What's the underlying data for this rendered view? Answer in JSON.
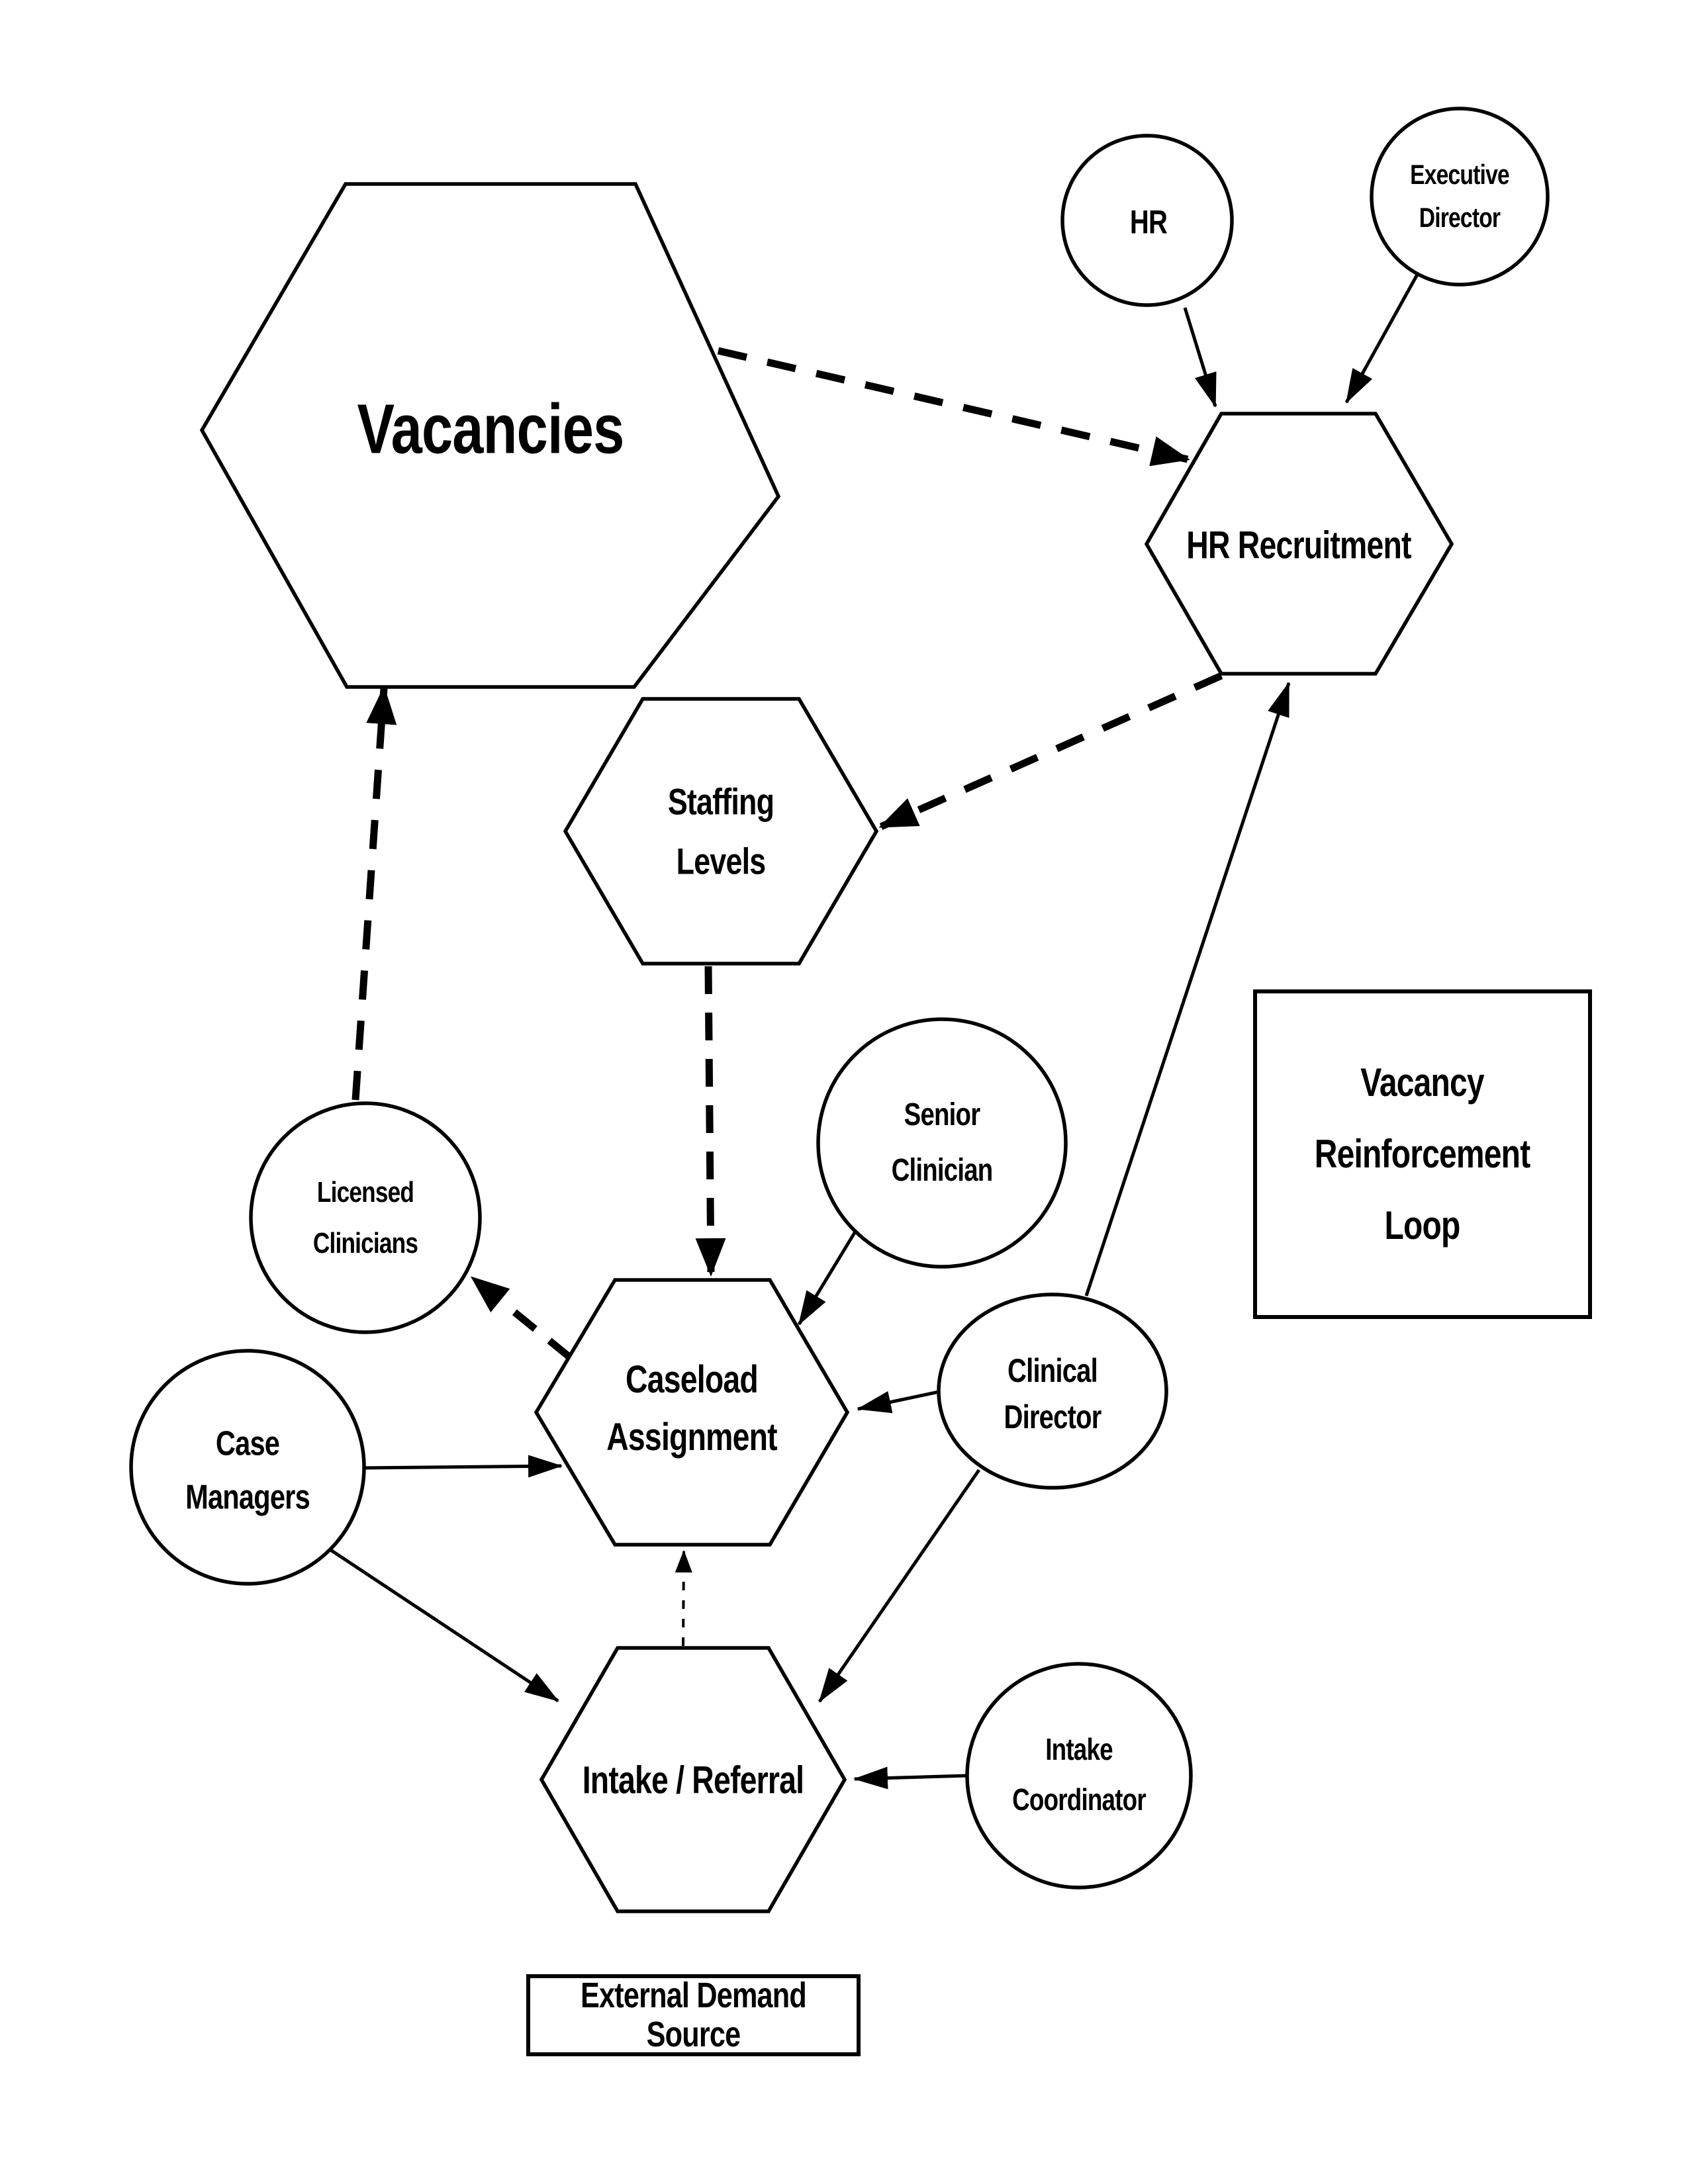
{
  "diagram": {
    "type": "causal-loop-diagram",
    "background_color": "#ffffff",
    "stroke_color": "#000000",
    "shape_fill": "#ffffff",
    "nodes": {
      "vacancies": {
        "label": "Vacancies",
        "shape": "hexagon"
      },
      "hr": {
        "label": "HR",
        "shape": "circle"
      },
      "executive_director": {
        "label": "Executive\nDirector",
        "shape": "circle"
      },
      "hr_recruitment": {
        "label": "HR Recruitment",
        "shape": "hexagon"
      },
      "staffing_levels": {
        "label": "Staffing\nLevels",
        "shape": "hexagon"
      },
      "senior_clinician": {
        "label": "Senior\nClinician",
        "shape": "circle"
      },
      "licensed_clinicians": {
        "label": "Licensed\nClinicians",
        "shape": "circle"
      },
      "case_managers": {
        "label": "Case\nManagers",
        "shape": "circle"
      },
      "caseload_assignment": {
        "label": "Caseload\nAssignment",
        "shape": "hexagon"
      },
      "clinical_director": {
        "label": "Clinical\nDirector",
        "shape": "circle"
      },
      "intake_referral": {
        "label": "Intake / Referral",
        "shape": "hexagon"
      },
      "intake_coordinator": {
        "label": "Intake\nCoordinator",
        "shape": "circle"
      }
    },
    "annotations": {
      "loop_label": "Vacancy\nReinforcement\nLoop",
      "external_demand": "External Demand Source"
    },
    "edges": [
      {
        "from": "vacancies",
        "to": "hr_recruitment",
        "style": "dashed-bold"
      },
      {
        "from": "hr",
        "to": "hr_recruitment",
        "style": "solid"
      },
      {
        "from": "executive_director",
        "to": "hr_recruitment",
        "style": "solid"
      },
      {
        "from": "hr_recruitment",
        "to": "staffing_levels",
        "style": "dashed-bold"
      },
      {
        "from": "staffing_levels",
        "to": "caseload_assignment",
        "style": "dashed-bold"
      },
      {
        "from": "caseload_assignment",
        "to": "licensed_clinicians",
        "style": "dashed-bold"
      },
      {
        "from": "licensed_clinicians",
        "to": "vacancies",
        "style": "dashed-bold"
      },
      {
        "from": "senior_clinician",
        "to": "caseload_assignment",
        "style": "solid"
      },
      {
        "from": "clinical_director",
        "to": "caseload_assignment",
        "style": "solid"
      },
      {
        "from": "clinical_director",
        "to": "hr_recruitment",
        "style": "solid"
      },
      {
        "from": "clinical_director",
        "to": "intake_referral",
        "style": "solid"
      },
      {
        "from": "case_managers",
        "to": "caseload_assignment",
        "style": "solid"
      },
      {
        "from": "case_managers",
        "to": "intake_referral",
        "style": "solid"
      },
      {
        "from": "intake_coordinator",
        "to": "intake_referral",
        "style": "solid"
      },
      {
        "from": "intake_referral",
        "to": "caseload_assignment",
        "style": "dotted-thin"
      }
    ]
  }
}
